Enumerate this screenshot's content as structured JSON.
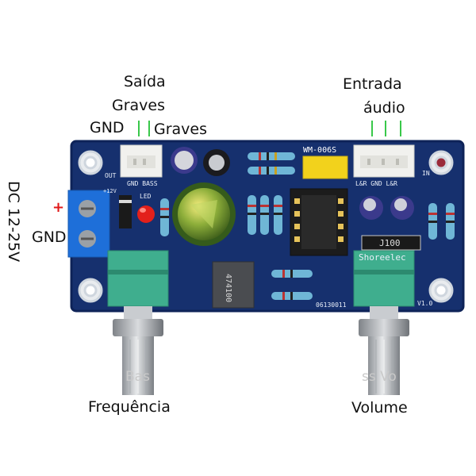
{
  "labels": {
    "saida_line1": "Saída",
    "saida_line2": "Graves",
    "gnd_out": "GND",
    "graves_out": "Graves",
    "entrada_line1": "Entrada",
    "entrada_line2": "áudio",
    "dc_voltage": "DC 12-25V",
    "gnd_dc": "GND",
    "plus_sign": "+",
    "frequencia": "Frequência",
    "volume": "Volume"
  },
  "board_text": {
    "out_silk": "OUT",
    "gnd_bass_silk": "GND BASS",
    "ic_marking": "WM-006S",
    "led_silk": "LED",
    "lr_gnd_lr_silk": "L&R   GND   L&R",
    "in_silk": "IN",
    "v12_silk": "+12V",
    "brand_silk": "Shoreelec",
    "resistor_code": "J100",
    "module_code": "474100",
    "serial_silk": "06130011",
    "version_silk": "V1.0",
    "knob_left_ghost": "Bas",
    "knob_right_ghost": "ss Vo"
  },
  "colors": {
    "pcb": "#16306e",
    "pcb_edge": "#0e2358",
    "terminal_blue": "#1e6fd9",
    "pot_green": "#3fae8e",
    "shaft_silver": "#bfc3c7",
    "cap_yellow": "#f2d21c",
    "led_red": "#e3201b",
    "mark_green": "#39c84a"
  }
}
